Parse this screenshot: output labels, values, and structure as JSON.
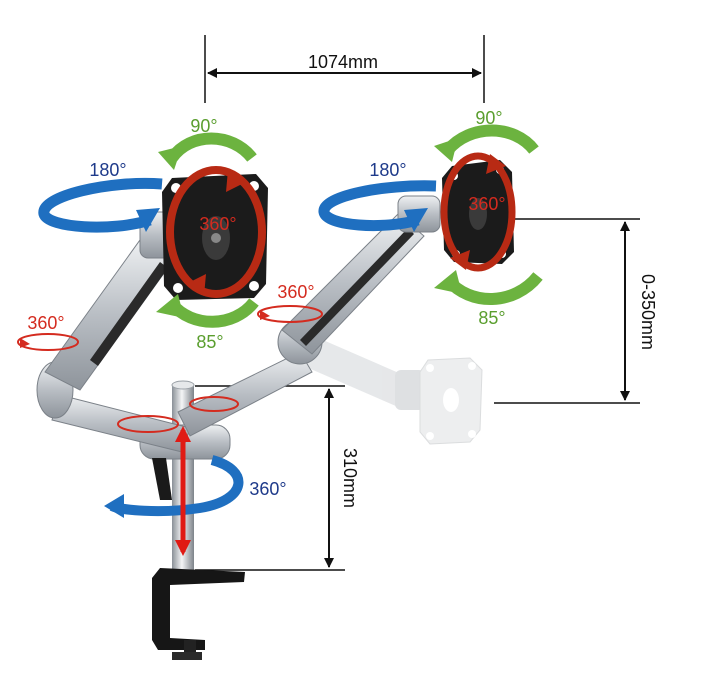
{
  "dimensions": {
    "width_label": "1074mm",
    "height_adjust_label": "0-350mm",
    "pole_height_label": "310mm"
  },
  "rotations": {
    "left_tilt_up": "90°",
    "left_tilt_down": "85°",
    "left_swivel": "180°",
    "left_rotate": "360°",
    "left_elbow": "360°",
    "right_tilt_up": "90°",
    "right_tilt_down": "85°",
    "right_swivel": "180°",
    "right_rotate": "360°",
    "right_elbow": "360°",
    "base_rotate": "360°"
  },
  "colors": {
    "green_arrow": "#6cb33f",
    "blue_arrow": "#1f6fc0",
    "red_arrow": "#c0301a",
    "label_blue": "#1e3a8a",
    "label_red": "#d42b1f",
    "label_green": "#5a9e2e",
    "arm_silver": "#c9cdd2",
    "vesa_black": "#1b1b1b",
    "line_black": "#111111"
  },
  "icons": {
    "tilt": "curved-arrow-green",
    "swivel": "curved-arrow-blue",
    "rotate": "circular-arrow-red",
    "height": "double-arrow-red"
  }
}
